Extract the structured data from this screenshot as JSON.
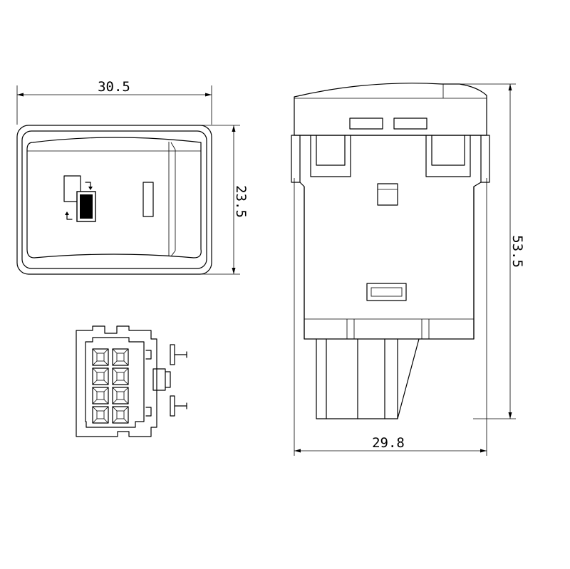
{
  "dimensions": {
    "front_width": "30.5",
    "front_height": "23.5",
    "side_height": "53.5",
    "side_width": "29.8"
  },
  "colors": {
    "line": "#000000",
    "background": "#ffffff"
  },
  "icons": {
    "switch_symbol": "window-lock-icon"
  }
}
